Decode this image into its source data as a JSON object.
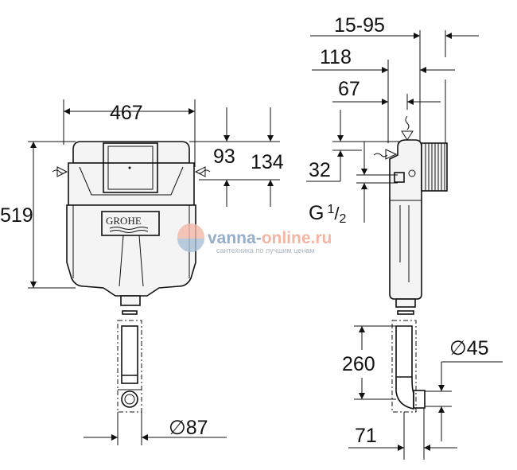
{
  "front_view": {
    "width_label": "467",
    "height_label": "519",
    "inlet_height_label": "93",
    "top_offset_label": "134",
    "brand_logo": "GROHE",
    "drain_diameter_label": "87",
    "diameter_symbol": "∅"
  },
  "side_view": {
    "adjust_range_label": "15-95",
    "depth_label": "118",
    "inlet_offset_label": "67",
    "inlet_top_label": "32",
    "thread_label": "G",
    "thread_fraction_num": "1",
    "thread_fraction_den": "2",
    "elbow_height_label": "260",
    "outlet_diameter_label": "45",
    "outlet_offset_label": "71",
    "diameter_symbol": "∅"
  },
  "watermark": {
    "brand_a": "vanna-",
    "brand_b": "online.ru",
    "tagline": "сантехника по лучшим ценам",
    "colors": {
      "blue": "#7d9bbd",
      "orange": "#f0a48f"
    }
  }
}
